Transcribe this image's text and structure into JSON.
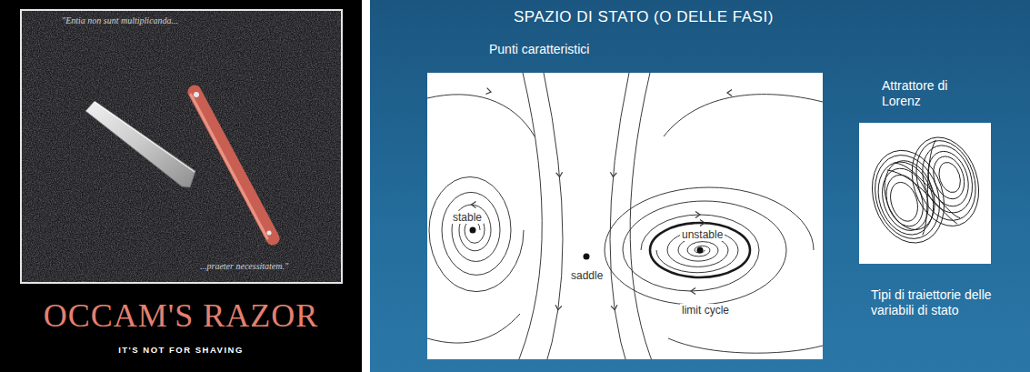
{
  "diagram": {
    "nodes": [
      {
        "text": [
          "OCCAM'S RAZOR",
          "IT'S NOT FOR SHAVING"
        ]
      },
      {
        "text": [
          "\"Entia non sunt multiplicanda...",
          "...praeter necessitatem.\""
        ],
        "in": 0
      },
      {
        "text": [
          "SPAZIO DI STATO (O DELLE FASI)",
          "Punti caratteristici",
          "Attrattore di Lorenz",
          "Tipi di traiettorie delle variabili di stato"
        ]
      },
      {
        "text": [
          "stable",
          "saddle",
          "unstable",
          "limit cycle"
        ],
        "in": 2
      }
    ]
  }
}
